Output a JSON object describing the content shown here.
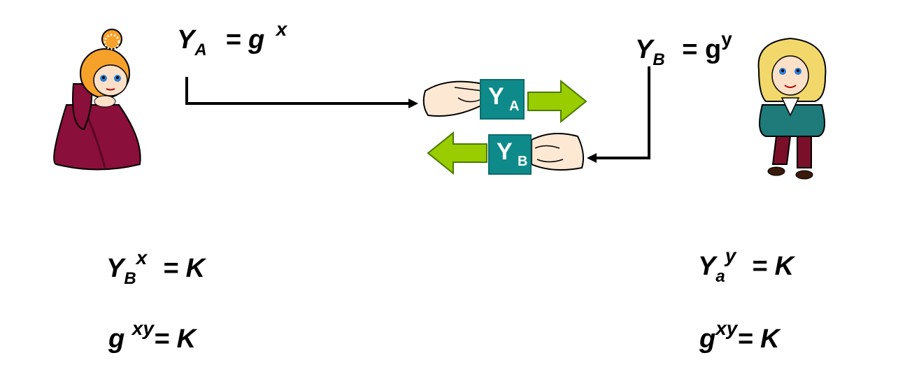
{
  "alice": {
    "public_key": {
      "base": "Y",
      "sub": "A",
      "rhs": "= g",
      "exp": "x"
    },
    "shared_1": {
      "base": "Y",
      "sub": "B",
      "exp": "x",
      "rhs": "= K"
    },
    "shared_2": {
      "base": "g",
      "exp": "xy",
      "rhs": "= K"
    }
  },
  "bob": {
    "public_key": {
      "base": "Y",
      "sub": "B",
      "rhs": "= g",
      "exp": "y"
    },
    "shared_1": {
      "base": "Y",
      "sub": "a",
      "exp": "y",
      "rhs": "= K"
    },
    "shared_2": {
      "base": "g",
      "exp": "xy",
      "rhs": "= K"
    }
  },
  "exchange": {
    "tile_a": {
      "big": "Y",
      "small": "A"
    },
    "tile_b": {
      "big": "Y",
      "small": "B"
    }
  },
  "colors": {
    "tile": "#0f8a8a",
    "arrow_fill": "#9acd00",
    "arrow_edge": "#4a7a00"
  },
  "icons": {
    "alice": "princess-character-icon",
    "bob": "nobleman-character-icon",
    "hand": "hand-icon"
  }
}
